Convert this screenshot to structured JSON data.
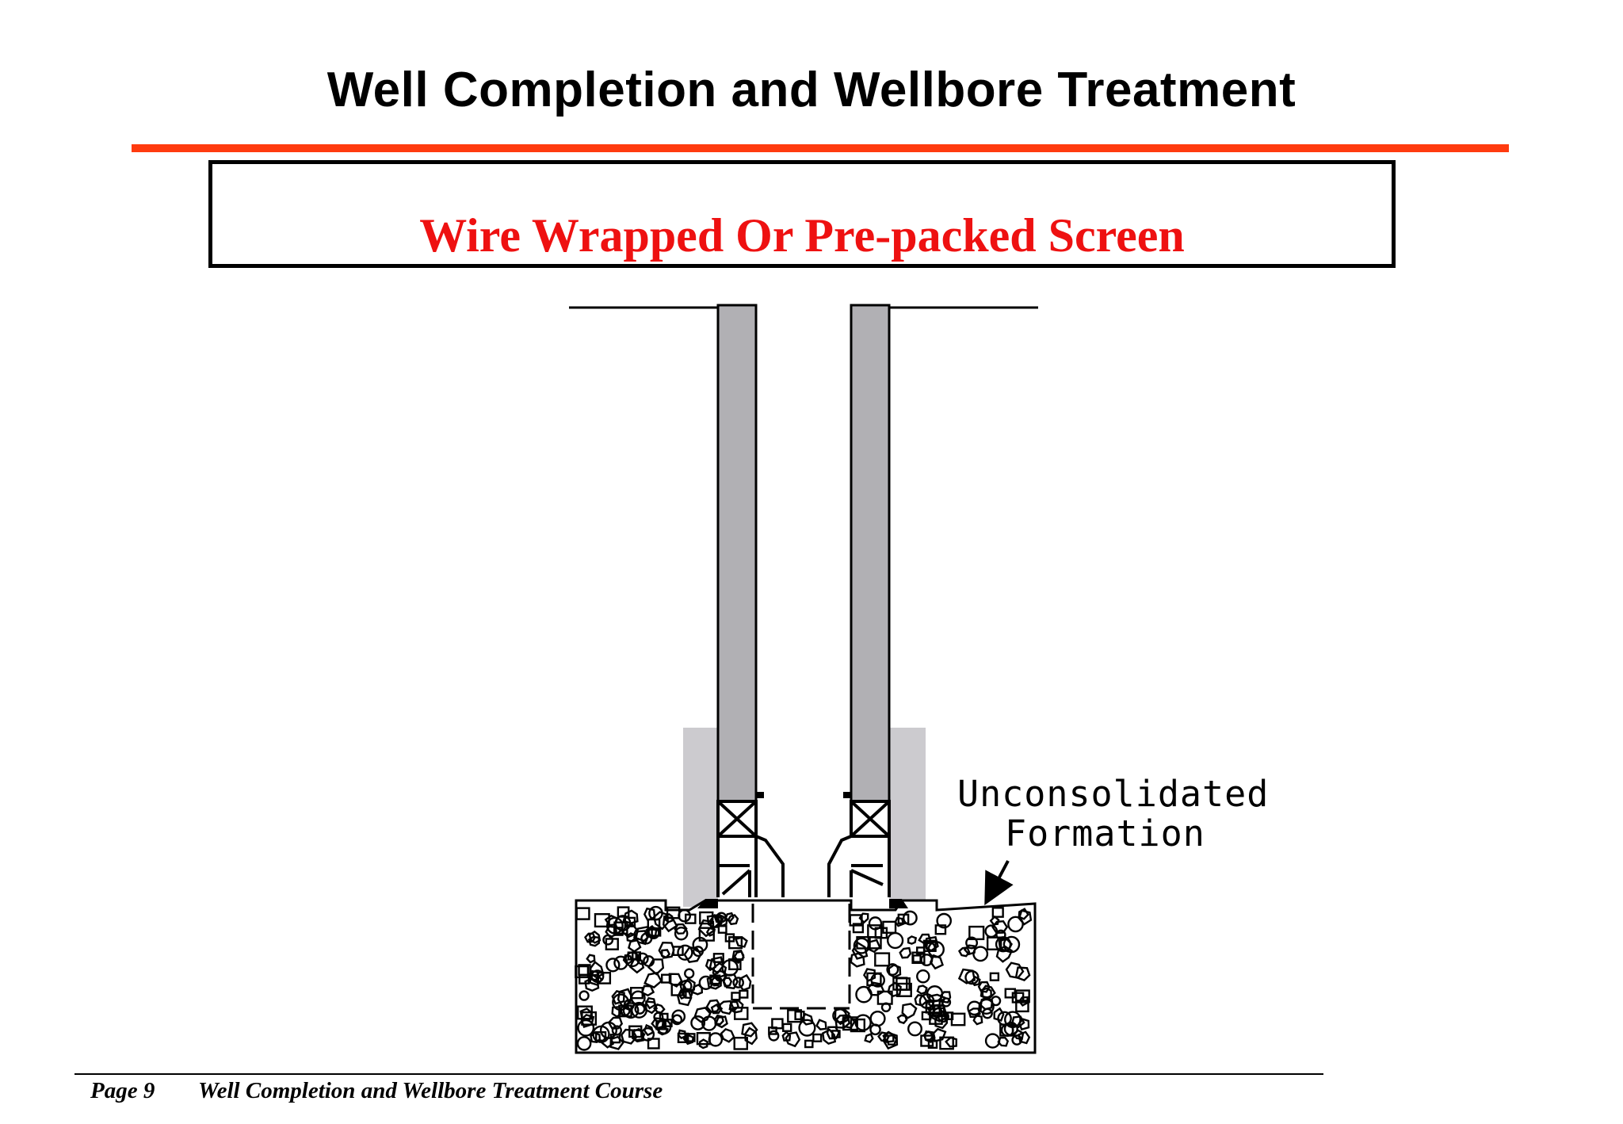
{
  "header": {
    "title": "Well Completion and Wellbore Treatment",
    "rule_color": "#ff3b0f"
  },
  "subtitle": {
    "text": "Wire Wrapped Or Pre-packed Screen",
    "color": "#ee1111"
  },
  "diagram": {
    "label_line1": "Unconsolidated",
    "label_line2": "Formation",
    "colors": {
      "casing": "#b1b0b4",
      "cement": "#cccbcf",
      "line": "#000000"
    }
  },
  "footer": {
    "page": "Page 9",
    "course": "Well Completion and Wellbore Treatment Course"
  }
}
